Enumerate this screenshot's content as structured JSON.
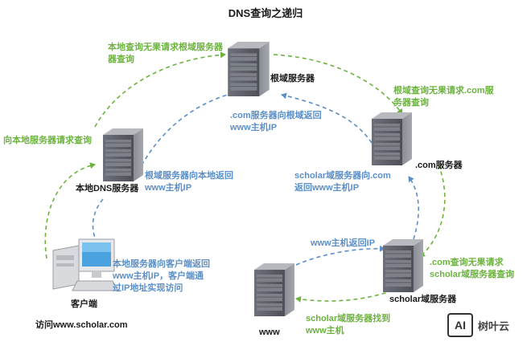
{
  "title": "DNS查询之递归",
  "nodes": {
    "root": "根域服务器",
    "com": ".com服务器",
    "local": "本地DNS服务器",
    "scholar": "scholar域服务器",
    "www": "www",
    "client": "客户端"
  },
  "client_caption": "访问www.scholar.com",
  "labels": {
    "local_to_root": [
      "本地查询无果请求根域服务器",
      "器查询"
    ],
    "client_to_local": "向本地服务器请求查询",
    "root_to_com": [
      "根域查询无果请求.com服",
      "务器查询"
    ],
    "com_to_root": [
      ".com服务器向根域返回",
      "www主机IP"
    ],
    "root_to_local": [
      "根域服务器向本地返回",
      "www主机IP"
    ],
    "scholar_to_com": [
      "scholar域服务器向.com",
      "返回www主机IP"
    ],
    "local_to_client": [
      "本地服务器向客户端返回",
      "www主机IP，客户端通",
      "过IP地址实现访问"
    ],
    "www_to_scholar": "www主机返回IP",
    "com_to_scholar": [
      ".com查询无果请求",
      "scholar域服务器查询"
    ],
    "scholar_to_www": [
      "scholar域服务器找到",
      "www主机"
    ]
  },
  "watermark": {
    "logo": "AI",
    "text": "树叶云"
  },
  "colors": {
    "request": "#6cb33e",
    "response": "#5b8fc9",
    "server": "#5f6169"
  }
}
